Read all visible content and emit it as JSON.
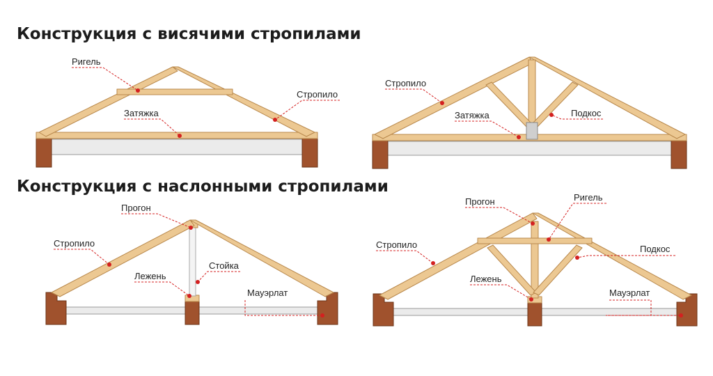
{
  "headings": {
    "hanging": "Конструкция с висячими стропилами",
    "layered": "Конструкция с наслонными стропилами"
  },
  "labels": {
    "d1_rigel": "Ригель",
    "d1_stropilo": "Стропило",
    "d1_zatyazhka": "Затяжка",
    "d2_stropilo": "Стропило",
    "d2_zatyazhka": "Затяжка",
    "d2_podkos": "Подкос",
    "d3_progon": "Прогон",
    "d3_stropilo": "Стропило",
    "d3_lezhen": "Лежень",
    "d3_stoyka": "Стойка",
    "d3_mauerlat": "Мауэрлат",
    "d4_progon": "Прогон",
    "d4_rigel": "Ригель",
    "d4_stropilo": "Стропило",
    "d4_podkos": "Подкос",
    "d4_lezhen": "Лежень",
    "d4_mauerlat": "Мауэрлат"
  },
  "colors": {
    "wood": "#ecc892",
    "wood_edge": "#b8884c",
    "brick": "#a0522d",
    "leader": "#d42020"
  }
}
